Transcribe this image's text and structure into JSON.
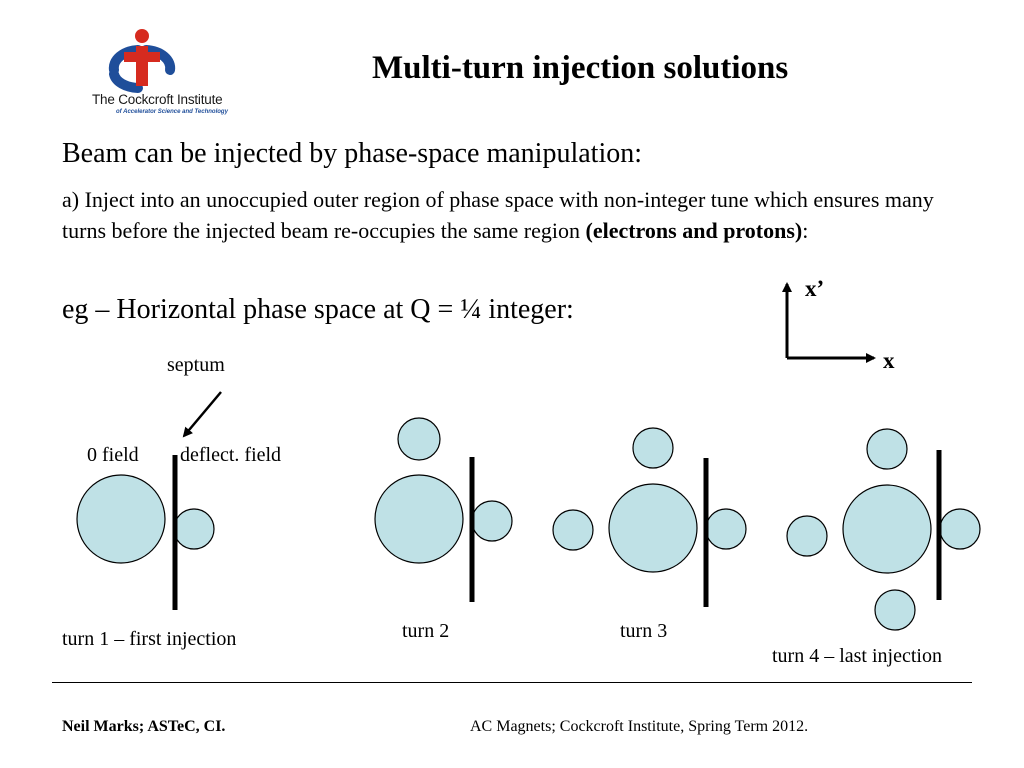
{
  "logo": {
    "main": "The Cockcroft Institute",
    "sub": "of Accelerator Science and Technology",
    "colors": {
      "blue": "#1f4e9a",
      "red": "#d62b1f"
    }
  },
  "title": "Multi-turn injection solutions",
  "intro": "Beam can be injected by phase-space manipulation:",
  "para_a": {
    "text": "a) Inject into an unoccupied outer region of phase space with non-integer tune which ensures many turns before the injected beam re-occupies the same region ",
    "bold": "(electrons and protons)",
    "tail": ":"
  },
  "example": "eg – Horizontal phase space at Q = ¼ integer:",
  "axes": {
    "y": "x’",
    "x": "x"
  },
  "labels": {
    "septum": "septum",
    "zero_field": "0 field",
    "deflect_field": "deflect. field",
    "turn1": "turn 1 – first injection",
    "turn2": "turn 2",
    "turn3": "turn 3",
    "turn4": "turn 4 – last injection"
  },
  "colors": {
    "beam_fill": "#bfe1e6",
    "beam_stroke": "#000000"
  },
  "footer": {
    "left": "Neil Marks; ASTeC, CI.",
    "right": "AC Magnets; Cockcroft Institute, Spring Term 2012."
  }
}
